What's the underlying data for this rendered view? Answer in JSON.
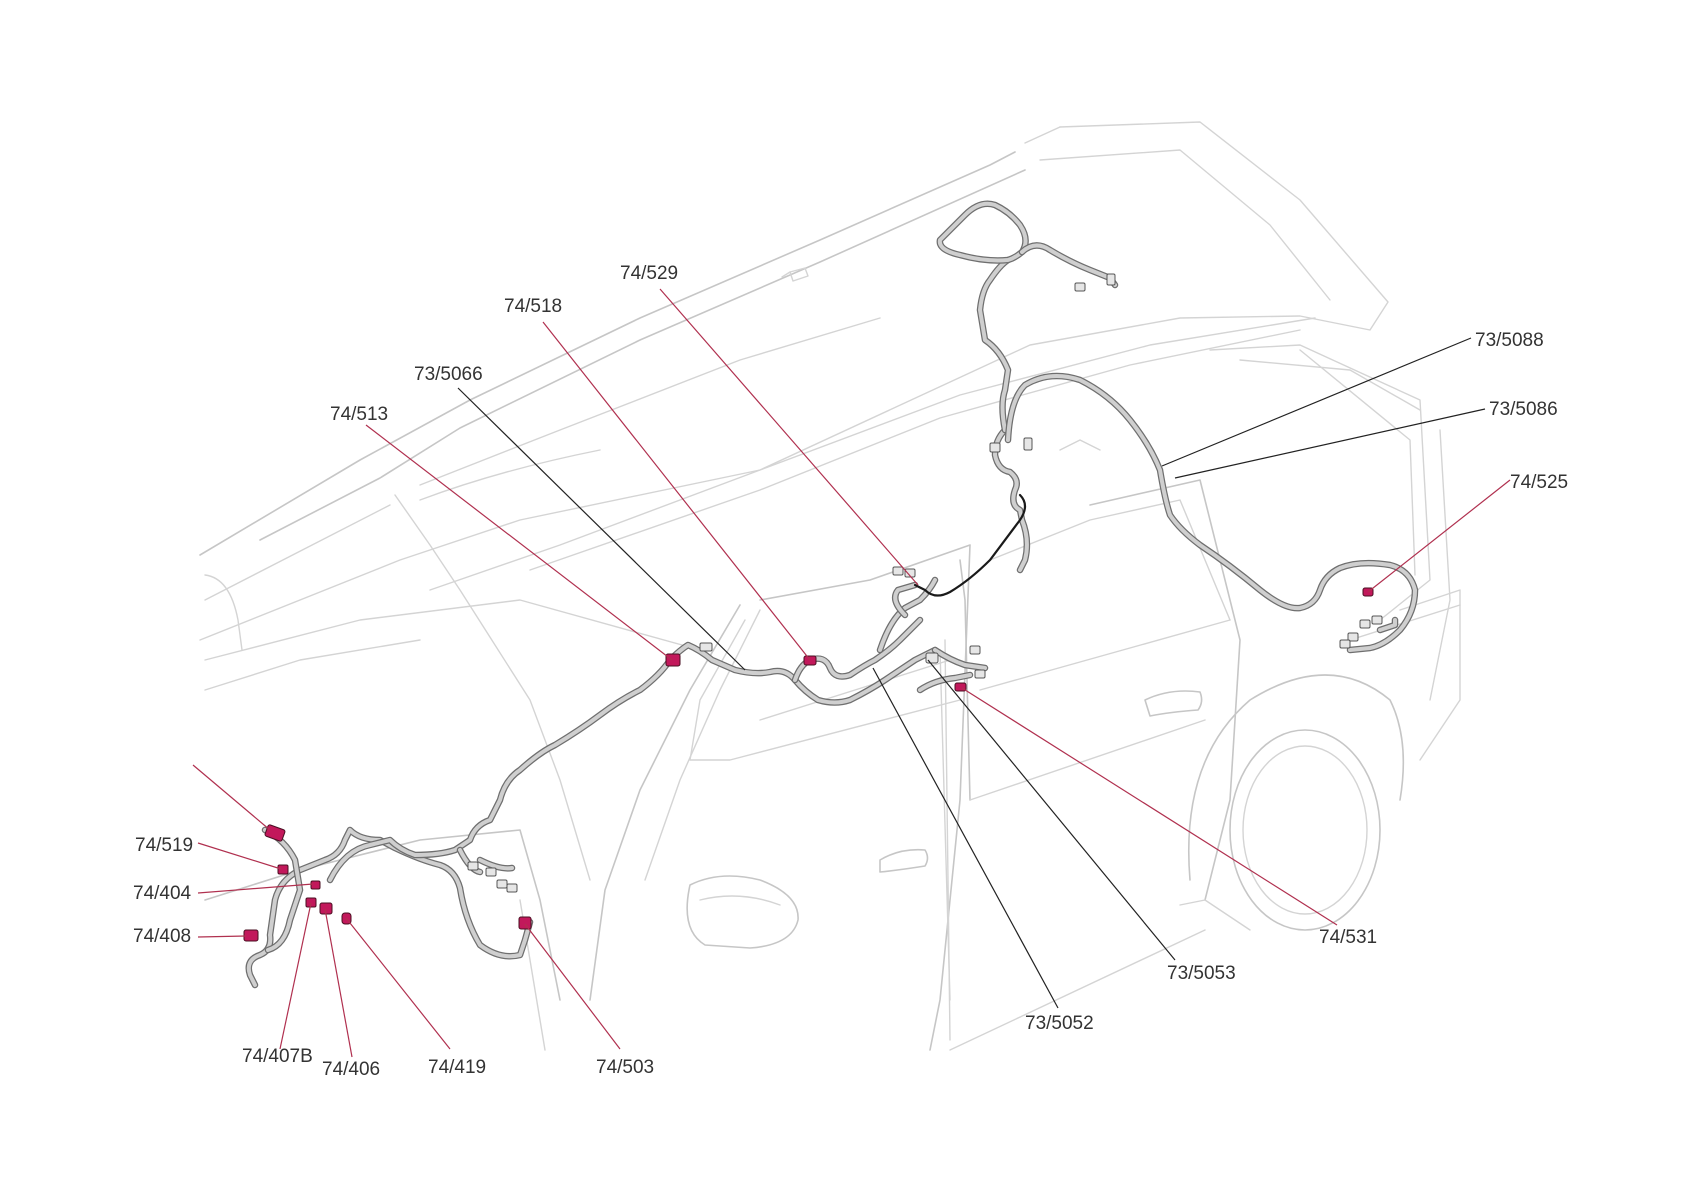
{
  "colors": {
    "background": "#ffffff",
    "car_outline": "#d4d4d4",
    "harness": "#6f6f6f",
    "connector_highlight": "#c2185b",
    "leader_red": "#b0304f",
    "leader_black": "#222222",
    "label_text": "#333333"
  },
  "callouts": {
    "c74_529": "74/529",
    "c74_518": "74/518",
    "c73_5066": "73/5066",
    "c74_513": "74/513",
    "c73_5088": "73/5088",
    "c73_5086": "73/5086",
    "c74_525": "74/525",
    "c74_519": "74/519",
    "c74_404": "74/404",
    "c74_408": "74/408",
    "c74_407b": "74/407B",
    "c74_406": "74/406",
    "c74_419": "74/419",
    "c74_503": "74/503",
    "c73_5052": "73/5052",
    "c73_5053": "73/5053",
    "c74_531": "74/531"
  }
}
